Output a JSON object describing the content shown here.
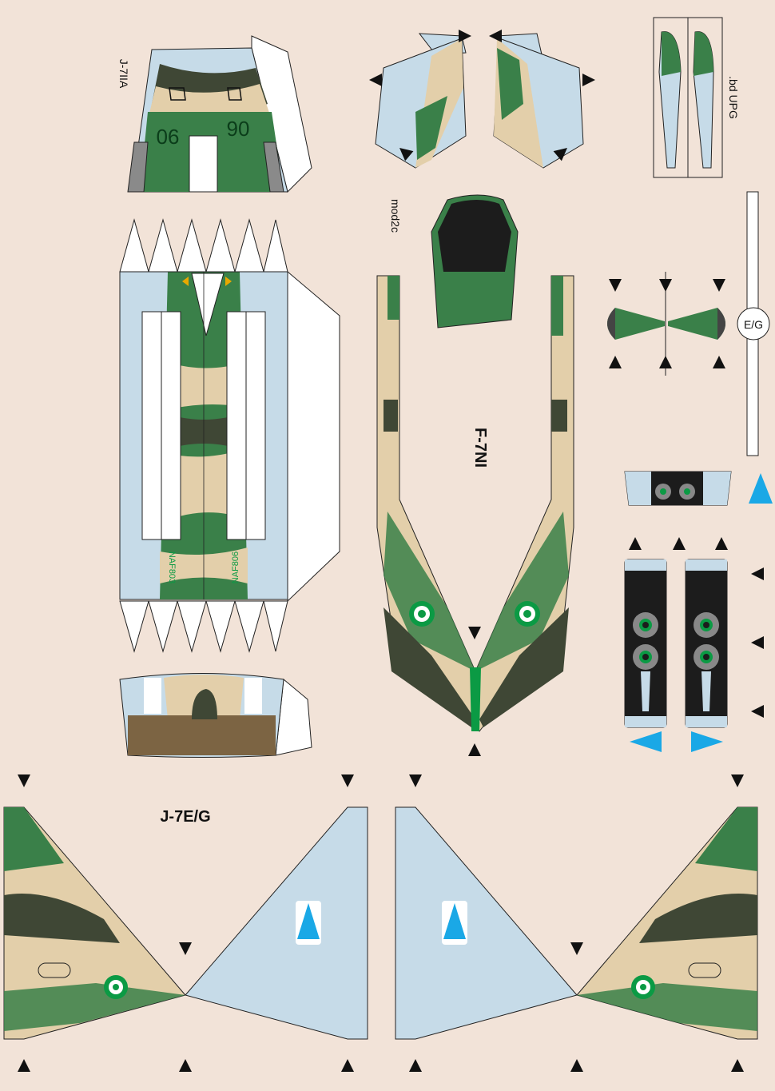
{
  "sheet": {
    "labels": {
      "variant_j7iia": "J-7IIA",
      "variant_j7eg": "J-7E/G",
      "variant_f7ni": "F-7NI",
      "module": "mod2c",
      "upg_bd": ".bd UPG",
      "eg_marker": "E/G",
      "tail_number": "90",
      "serial_left": "NAF803",
      "serial_right": "NAF806"
    },
    "colors": {
      "background": "#f2e3d8",
      "light_blue": "#c6dbe8",
      "tan": "#e3cfaa",
      "green": "#3a8049",
      "dark_olive": "#3f4735",
      "black": "#1c1c1c",
      "roundel_green": "#0b9a44",
      "accent_blue": "#1aa8e6",
      "brown": "#7c6443"
    },
    "icons": [
      "triangle-marker-icon",
      "roundel-icon",
      "arrow-up-icon",
      "arrow-left-icon",
      "arrow-right-icon",
      "wheel-icon"
    ]
  }
}
